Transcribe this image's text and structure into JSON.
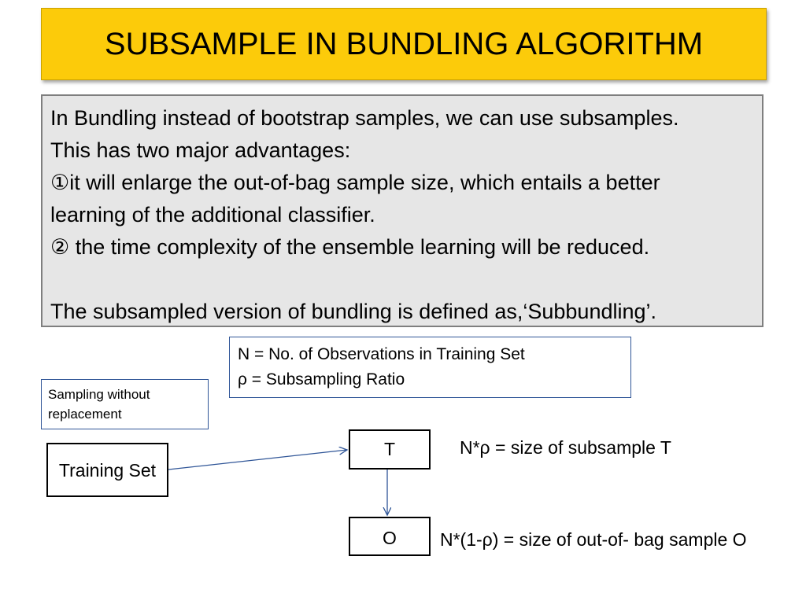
{
  "title": "SUBSAMPLE IN BUNDLING ALGORITHM",
  "body": {
    "line1": "In Bundling instead of bootstrap samples, we can use subsamples.",
    "line2": "This has  two major advantages:",
    "line3": "①it will enlarge the out-of-bag sample size, which entails a better",
    "line4": "learning of the additional classifier.",
    "line5": "② the time complexity of the ensemble learning will be reduced.",
    "line6": "The subsampled version of bundling is defined as,‘Subbundling’."
  },
  "definitions": {
    "n_def": "N = No. of Observations in Training  Set",
    "rho_def": "ρ = Subsampling Ratio"
  },
  "note": " Sampling without replacement",
  "diagram": {
    "training_set": "Training Set",
    "t_node": "T",
    "o_node": "O",
    "subsample_size": "N*ρ = size of subsample T",
    "oob_size": "N*(1-ρ) = size of out-of- bag sample O"
  }
}
